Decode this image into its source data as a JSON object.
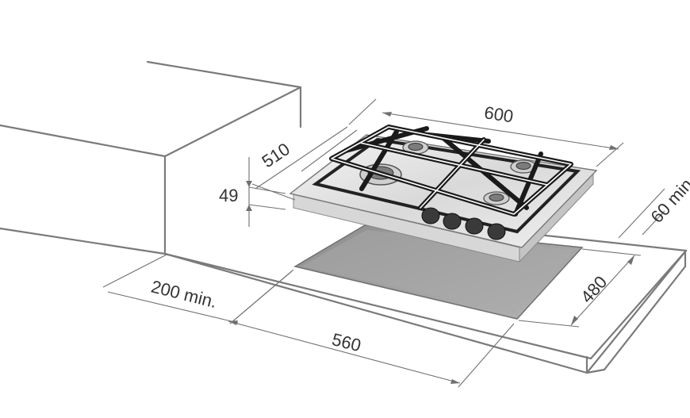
{
  "dimensions": {
    "width": "600",
    "depth": "510",
    "height": "49",
    "cutout_width": "560",
    "cutout_depth": "480",
    "side_clearance": "200 min.",
    "back_clearance": "60 min"
  },
  "colors": {
    "outline": "#7a7a7a",
    "cutout": "#9d9d9d",
    "hob_surface": "#e6e6e6",
    "grate": "#1a1a1a"
  }
}
